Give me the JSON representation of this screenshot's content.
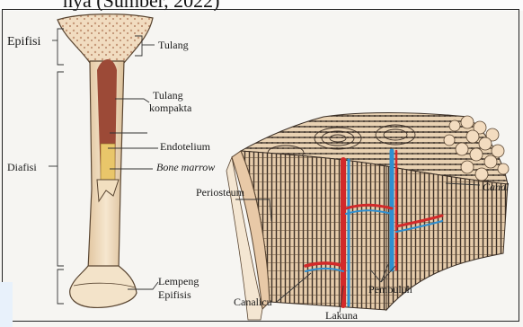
{
  "header_fragment": "nya (Sumber, 2022)",
  "labels": {
    "epifisi": "Epifisi",
    "tulang": "Tulang",
    "tulang_kompakta_1": "Tulang",
    "tulang_kompakta_2": "kompakta",
    "endotelium": "Endotelium",
    "bone_marrow": "Bone marrow",
    "diafisi": "Diafisi",
    "periosteum": "Periosteum",
    "canal": "Canal",
    "lempeng_1": "Lempeng",
    "lempeng_2": "Epifisis",
    "pembuluh": "Pembuluh",
    "canalicu": "Canalicu",
    "lakuna": "Lakuna"
  },
  "colors": {
    "bone": "#f2dfc0",
    "bone_outline": "#5a4632",
    "marrow": "#9c4a37",
    "marrow_yellow": "#e9c66a",
    "block_side": "#e8c9a7",
    "osteon_texture": "#3b3028",
    "artery": "#d22a2a",
    "vein": "#2f8fd0"
  }
}
